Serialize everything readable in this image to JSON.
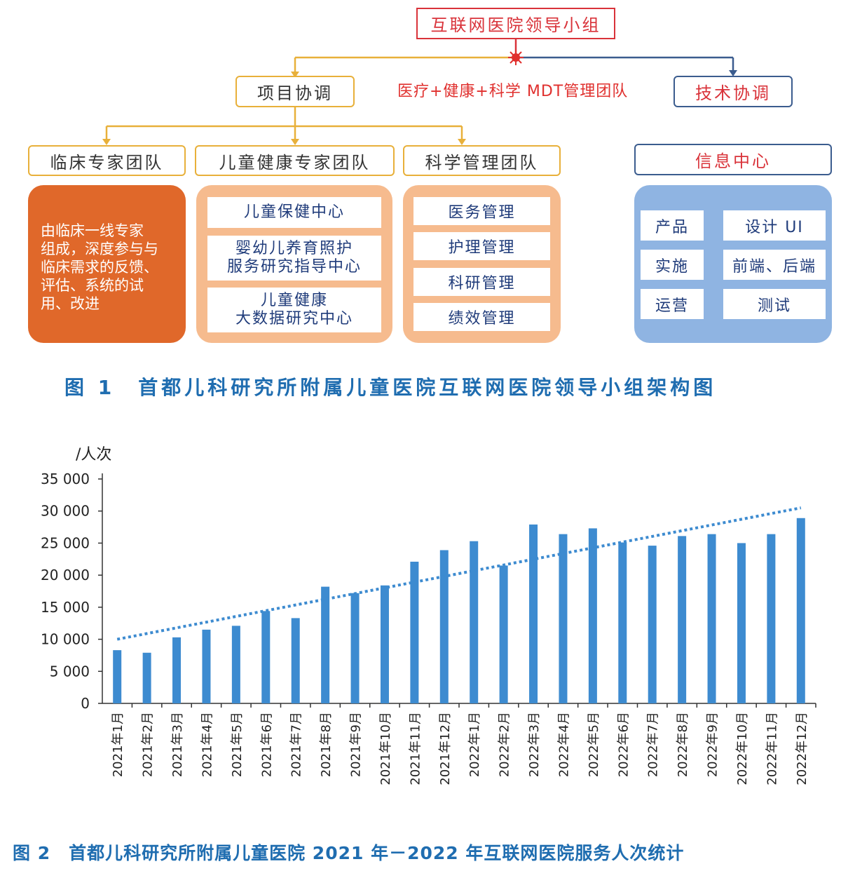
{
  "figure1": {
    "leader_group": "互联网医院领导小组",
    "mdt_team": "医疗+健康+科学 MDT管理团队",
    "project_coord": "项目协调",
    "tech_coord": "技术协调",
    "teams": {
      "clinical": "临床专家团队",
      "child_health": "儿童健康专家团队",
      "science_mgmt": "科学管理团队",
      "info_center": "信息中心"
    },
    "clinical_desc": [
      "由临床一线专家",
      "组成，深度参与与",
      "临床需求的反馈、",
      "评估、系统的试",
      "用、改进"
    ],
    "child_health_items": [
      [
        "儿童保健中心"
      ],
      [
        "婴幼儿养育照护",
        "服务研究指导中心"
      ],
      [
        "儿童健康",
        "大数据研究中心"
      ]
    ],
    "science_items": [
      "医务管理",
      "护理管理",
      "科研管理",
      "绩效管理"
    ],
    "info_items": [
      "产品",
      "设计 UI",
      "实施",
      "前端、后端",
      "运营",
      "测试"
    ],
    "caption": "图 1　首都儿科研究所附属儿童医院互联网医院领导小组架构图"
  },
  "figure2": {
    "caption": "图 2　首都儿科研究所附属儿童医院 2021 年－2022 年互联网医院服务人次统计"
  },
  "colors": {
    "bar": "#3d8bd0",
    "trend": "#3d8bd0",
    "caption": "#1f6db0",
    "orange": "#e0682a",
    "peach": "#f6bb8e",
    "blue": "#8fb4e2",
    "red": "#d9333a",
    "gold": "#e8b03a"
  },
  "chart_data": {
    "type": "bar",
    "ylabel": "/人次",
    "ylim": [
      0,
      35000
    ],
    "yticks": [
      0,
      5000,
      10000,
      15000,
      20000,
      25000,
      30000,
      35000
    ],
    "ytick_labels": [
      "0",
      "5 000",
      "10 000",
      "15 000",
      "20 000",
      "25 000",
      "30 000",
      "35 000"
    ],
    "categories": [
      "2021年1月",
      "2021年2月",
      "2021年3月",
      "2021年4月",
      "2021年5月",
      "2021年6月",
      "2021年7月",
      "2021年8月",
      "2021年9月",
      "2021年10月",
      "2021年11月",
      "2021年12月",
      "2022年1月",
      "2022年2月",
      "2022年3月",
      "2022年4月",
      "2022年5月",
      "2022年6月",
      "2022年7月",
      "2022年8月",
      "2022年9月",
      "2022年10月",
      "2022年11月",
      "2022年12月"
    ],
    "values": [
      8300,
      7900,
      10300,
      11500,
      12100,
      14400,
      13300,
      18200,
      17200,
      18400,
      22100,
      23900,
      25300,
      21500,
      27900,
      26400,
      27300,
      25100,
      24600,
      26100,
      26400,
      25000,
      26400,
      28900
    ],
    "trendline": {
      "style": "dotted",
      "start": 10000,
      "end": 30500
    },
    "grid": false
  }
}
